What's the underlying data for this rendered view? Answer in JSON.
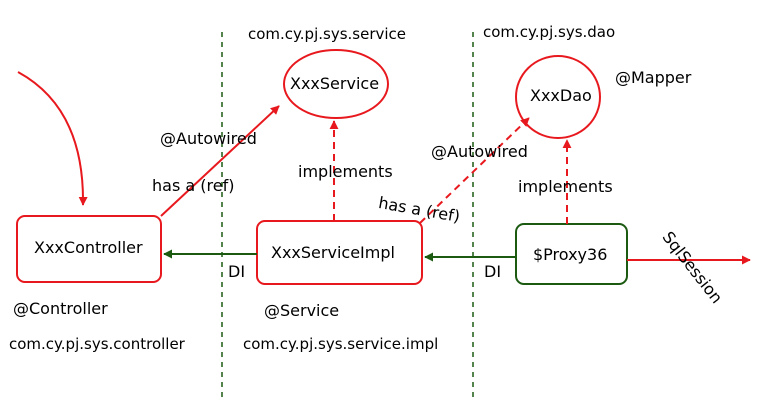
{
  "packages": {
    "service": "com.cy.pj.sys.service",
    "dao": "com.cy.pj.sys.dao",
    "controller": "com.cy.pj.sys.controller",
    "service_impl": "com.cy.pj.sys.service.impl"
  },
  "nodes": {
    "xxx_service": "XxxService",
    "xxx_dao": "XxxDao",
    "xxx_controller": "XxxController",
    "xxx_service_impl": "XxxServiceImpl",
    "proxy": "$Proxy36"
  },
  "annotations": {
    "mapper": "@Mapper",
    "controller": "@Controller",
    "service": "@Service"
  },
  "edges": {
    "autowired_1": "@Autowired",
    "has_a_1": "has a (ref)",
    "implements_1": "implements",
    "autowired_2": "@Autowired",
    "has_a_2": "has a (ref)",
    "implements_2": "implements",
    "di_1": "DI",
    "di_2": "DI",
    "sqlsession": "SqlSession"
  },
  "colors": {
    "red": "#e8191e",
    "green": "#1c5a12",
    "black": "#000000"
  }
}
